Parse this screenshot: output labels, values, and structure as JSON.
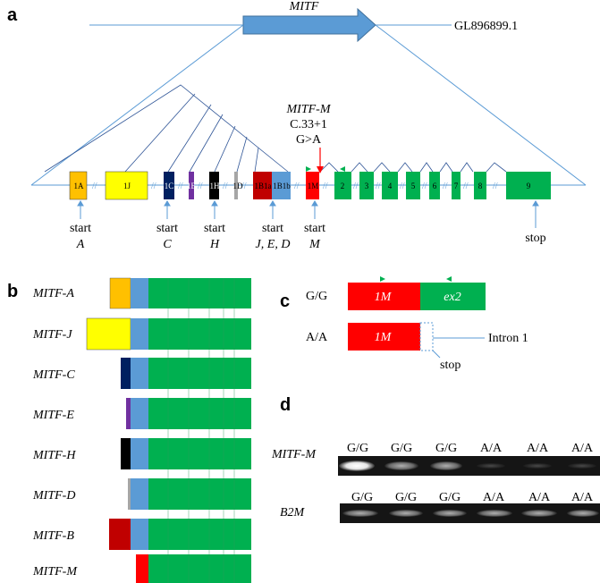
{
  "panel_a": {
    "letter": "a",
    "gene": "MITF",
    "accession": "GL896899.1",
    "mutation_gene": "MITF-M",
    "mutation_pos": "C.33+1",
    "mutation_change": "G>A",
    "exons": {
      "e1A": "1A",
      "e1J": "1J",
      "e1C": "1C",
      "e1E": "1E",
      "e1H": "1H",
      "e1D": "1D",
      "e1B1a": "1B1a",
      "e1B1b": "1B1b",
      "e1M": "1M",
      "e2": "2",
      "e3": "3",
      "e4": "4",
      "e5": "5",
      "e6": "6",
      "e7": "7",
      "e8": "8",
      "e9": "9"
    },
    "start_word": "start",
    "stop_word": "stop",
    "starts": [
      "A",
      "C",
      "H",
      "J, E, D",
      "M"
    ]
  },
  "panel_b": {
    "letter": "b",
    "isoforms": [
      "MITF-A",
      "MITF-J",
      "MITF-C",
      "MITF-E",
      "MITF-H",
      "MITF-D",
      "MITF-B",
      "MITF-M"
    ]
  },
  "panel_c": {
    "letter": "c",
    "gg": "G/G",
    "aa": "A/A",
    "exon1m": "1M",
    "exon2": "ex2",
    "intron": "Intron 1",
    "stop": "stop"
  },
  "panel_d": {
    "letter": "d",
    "row1_label": "MITF-M",
    "row2_label": "B2M",
    "lanes": [
      "G/G",
      "G/G",
      "G/G",
      "A/A",
      "A/A",
      "A/A"
    ]
  },
  "colors": {
    "line": "#5b9bd5",
    "exon_green": "#00b050",
    "blue": "#5b9bd5",
    "red": "#ff0000",
    "darkred": "#c00000",
    "orange": "#ffc000",
    "yellow": "#ffff00",
    "navy": "#002060",
    "purple": "#7030a0",
    "black": "#000000",
    "gray": "#a6a6a6"
  }
}
